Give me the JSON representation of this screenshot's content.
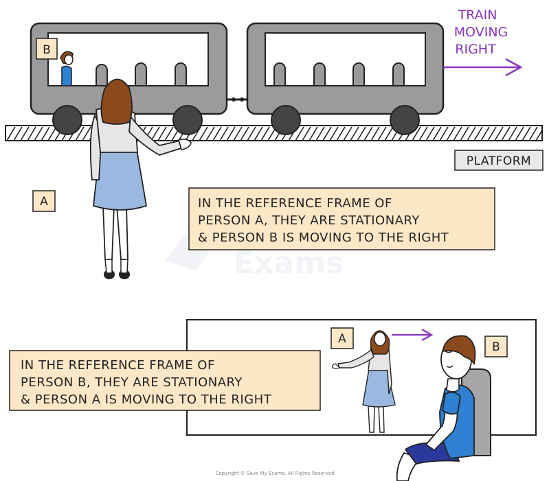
{
  "train": {
    "title_line1": "TRAIN",
    "title_line2": "MOVING",
    "title_line3": "RIGHT"
  },
  "labels": {
    "platform": "PLATFORM",
    "person_a": "A",
    "person_b": "B"
  },
  "notes": {
    "frame_a": [
      "IN THE REFERENCE FRAME OF",
      "PERSON A, THEY ARE STATIONARY",
      "& PERSON B IS MOVING TO THE RIGHT"
    ],
    "frame_b": [
      "IN THE REFERENCE FRAME OF",
      "PERSON B, THEY ARE STATIONARY",
      "& PERSON A IS MOVING TO THE RIGHT"
    ]
  },
  "watermark": "Copyright © Save My Exams. All Rights Reserved",
  "colors": {
    "train_body": "#9b9b9b",
    "note_fill": "#fde7c6",
    "arrow": "#8a35c0",
    "skirt": "#9ab8e0",
    "shirt_b": "#2f7fd2",
    "hair": "#8b4a1e"
  }
}
